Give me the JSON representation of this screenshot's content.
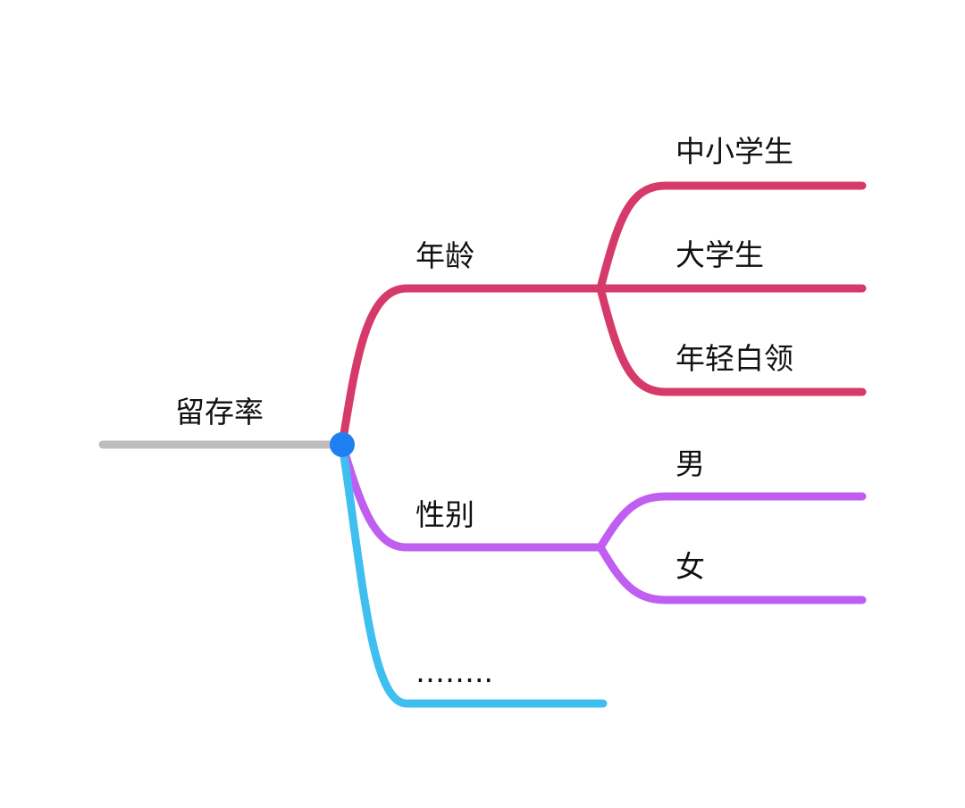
{
  "root": {
    "label": "留存率",
    "line_color": "#bdbdbd",
    "node_color": "#1f7ff0"
  },
  "branches": [
    {
      "label": "年龄",
      "color": "#d63a6b",
      "children": [
        "中小学生",
        "大学生",
        "年轻白领"
      ]
    },
    {
      "label": "性别",
      "color": "#bf5ef0",
      "children": [
        "男",
        "女"
      ]
    },
    {
      "label": "……..",
      "color": "#3ebff0",
      "children": []
    }
  ]
}
